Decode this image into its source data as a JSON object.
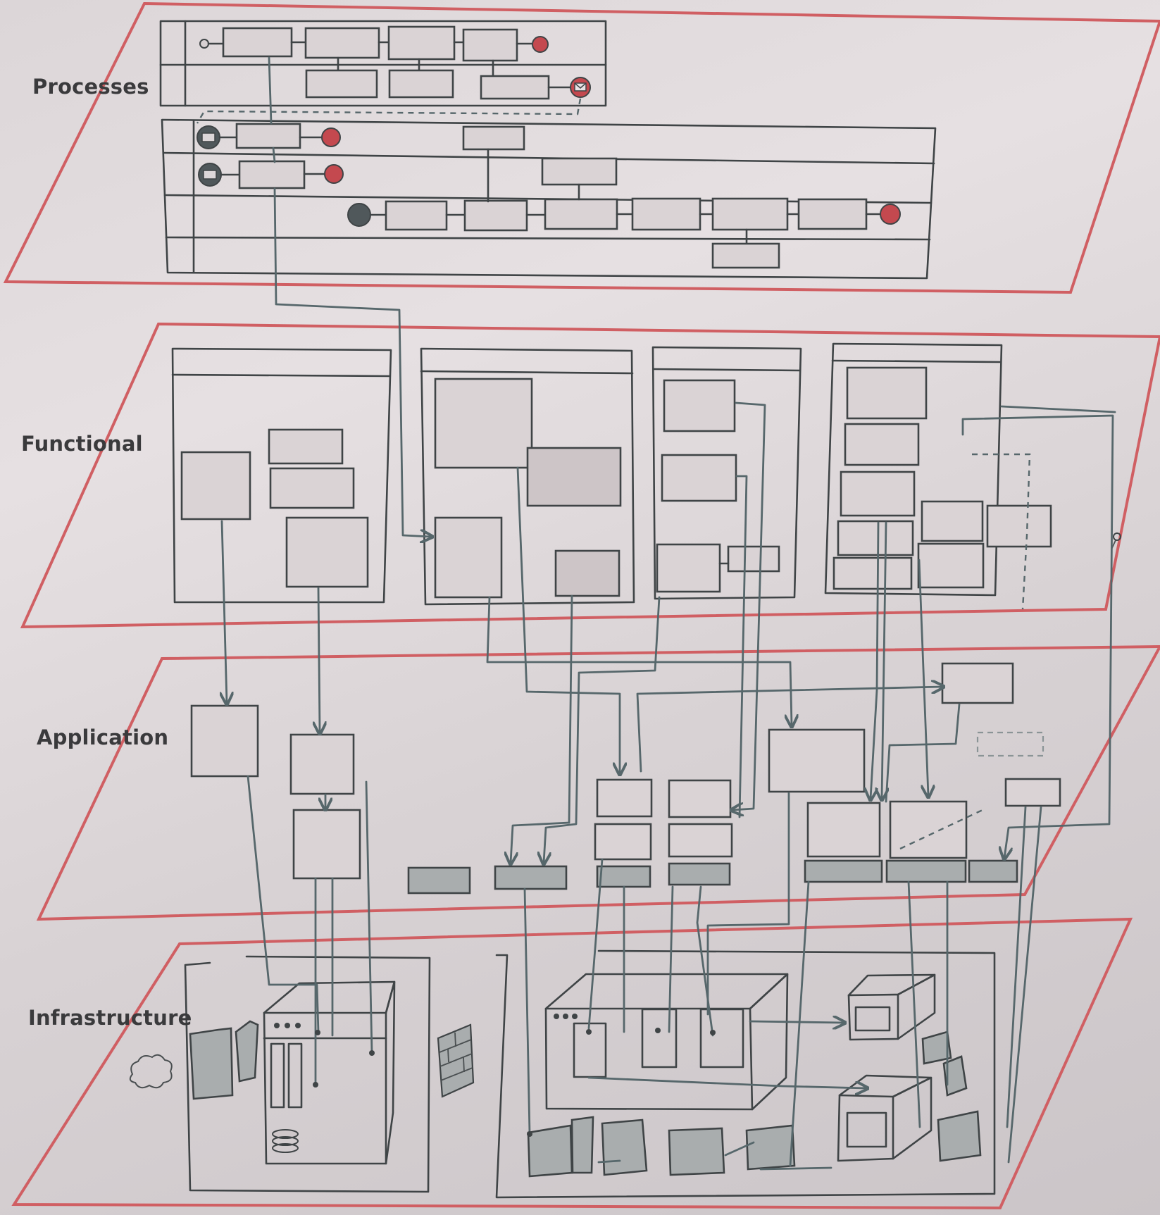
{
  "diagram": {
    "layers": [
      {
        "id": "processes",
        "label": "Processes"
      },
      {
        "id": "functional",
        "label": "Functional"
      },
      {
        "id": "application",
        "label": "Application"
      },
      {
        "id": "infrastructure",
        "label": "Infrastructure"
      }
    ]
  },
  "colors": {
    "plane_outline": "#d05f63",
    "ink": "#3f4446",
    "connector": "#56676b",
    "end_event": "#c4494f",
    "board": "#e0dadc"
  }
}
